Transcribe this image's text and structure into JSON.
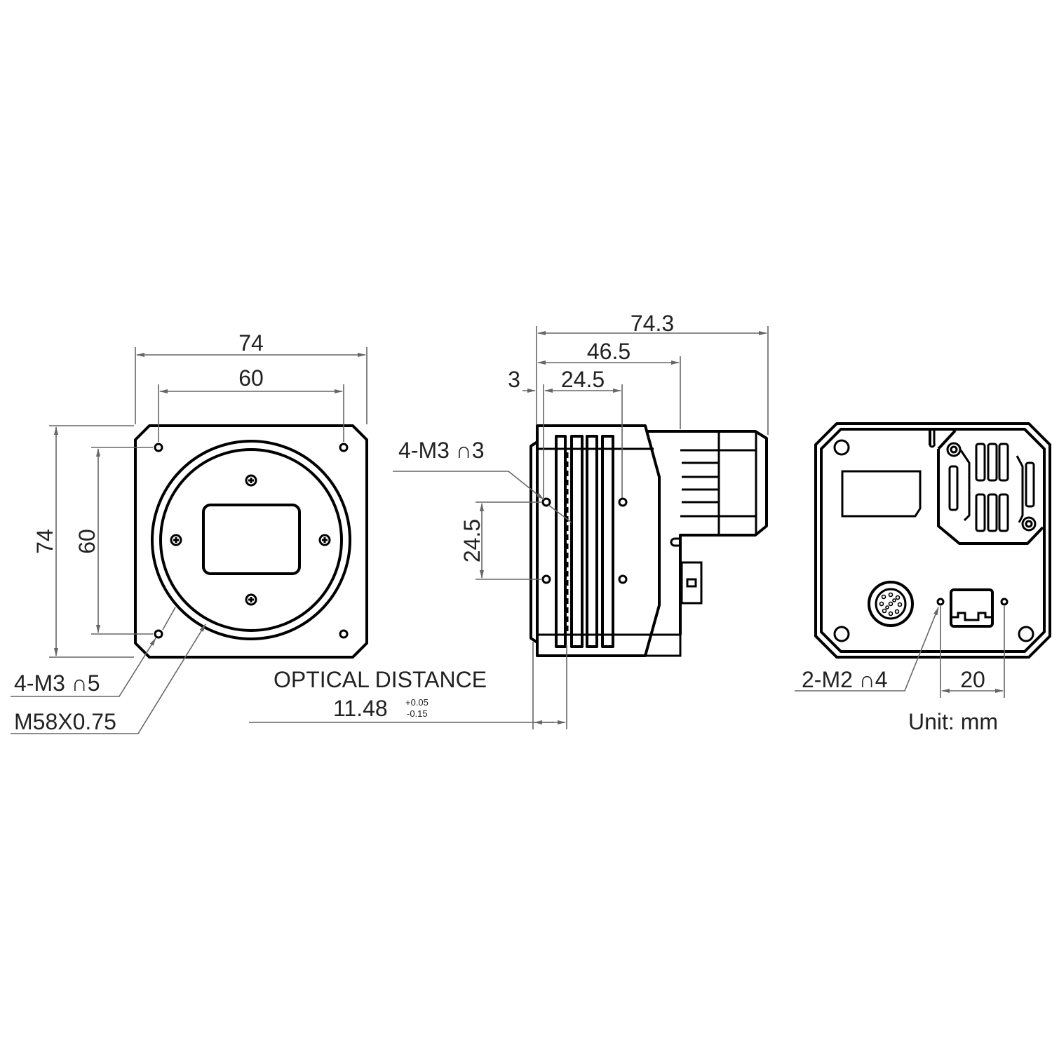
{
  "front_view": {
    "width_outer": "74",
    "width_holes": "60",
    "height_outer": "74",
    "height_holes": "60",
    "hole_callout": "4-M3 ∩5",
    "mount_thread": "M58X0.75"
  },
  "side_view": {
    "length_total": "74.3",
    "length_body": "46.5",
    "hole_spacing_h": "24.5",
    "flange_offset": "3",
    "hole_spacing_v": "24.5",
    "hole_callout": "4-M3 ∩3",
    "optical_label": "OPTICAL DISTANCE",
    "optical_value": "11.48",
    "tol_plus": "+0.05",
    "tol_minus": "-0.15"
  },
  "rear_view": {
    "hole_callout": "2-M2 ∩4",
    "hole_spacing": "20",
    "unit": "Unit: mm"
  },
  "colors": {
    "line": "#000000",
    "dimension": "#666666"
  }
}
